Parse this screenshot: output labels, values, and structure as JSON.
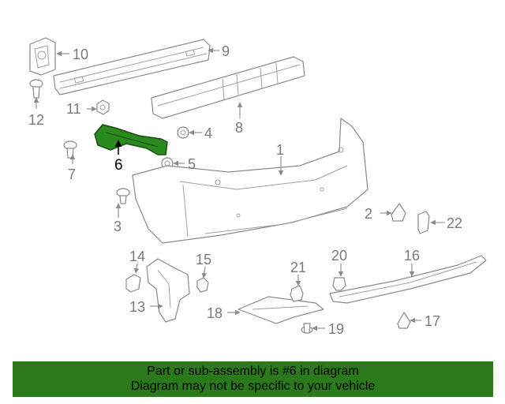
{
  "diagram": {
    "callouts": {
      "c1": "1",
      "c2": "2",
      "c3": "3",
      "c4": "4",
      "c5": "5",
      "c6": "6",
      "c7": "7",
      "c8": "8",
      "c9": "9",
      "c10": "10",
      "c11": "11",
      "c12": "12",
      "c13": "13",
      "c14": "14",
      "c15": "15",
      "c16": "16",
      "c17": "17",
      "c18": "18",
      "c19": "19",
      "c20": "20",
      "c21": "21",
      "c22": "22"
    },
    "highlighted_part": "6",
    "colors": {
      "highlight": "#2b8a1d",
      "line": "#8a8a8a",
      "banner": "#2a7a1c"
    }
  },
  "footer": {
    "line1": "Part or sub-assembly is #6 in diagram",
    "line2": "Diagram may not be specific to your vehicle"
  }
}
